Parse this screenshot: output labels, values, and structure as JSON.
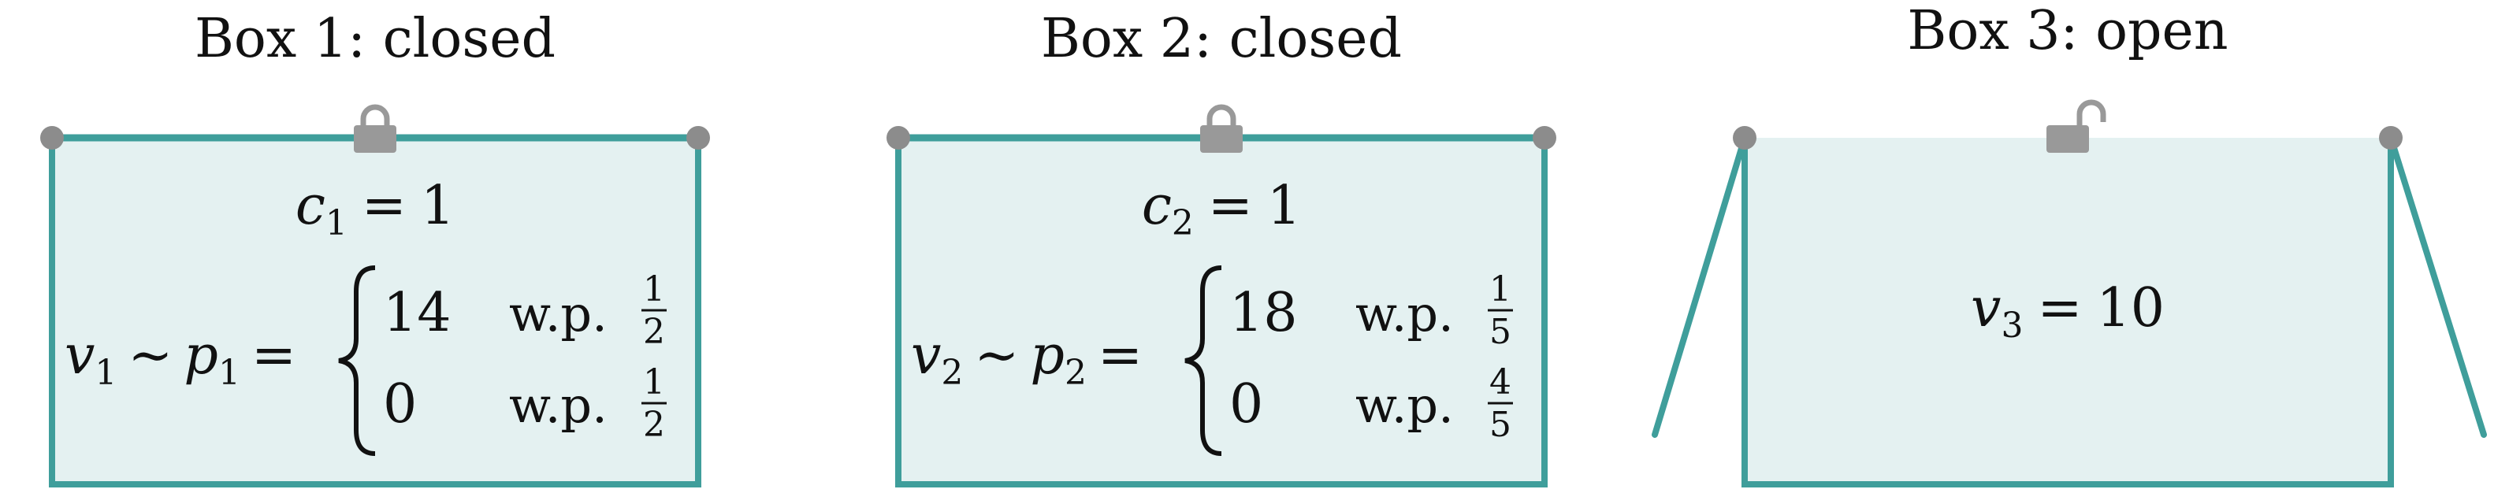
{
  "boxes": [
    {
      "title": "Box 1: closed",
      "state": "closed",
      "cost": {
        "var": "c",
        "sub": "1",
        "eq": "=",
        "val": "1"
      },
      "value": {
        "var": "v",
        "sub": "1",
        "sim": "∼",
        "pvar": "p",
        "psub": "1",
        "eq": "=",
        "cases": [
          {
            "val": "14",
            "wp": "w.p.",
            "num": "1",
            "den": "2"
          },
          {
            "val": "0",
            "wp": "w.p.",
            "num": "1",
            "den": "2"
          }
        ]
      }
    },
    {
      "title": "Box 2: closed",
      "state": "closed",
      "cost": {
        "var": "c",
        "sub": "2",
        "eq": "=",
        "val": "1"
      },
      "value": {
        "var": "v",
        "sub": "2",
        "sim": "∼",
        "pvar": "p",
        "psub": "2",
        "eq": "=",
        "cases": [
          {
            "val": "18",
            "wp": "w.p.",
            "num": "1",
            "den": "5"
          },
          {
            "val": "0",
            "wp": "w.p.",
            "num": "4",
            "den": "5"
          }
        ]
      }
    },
    {
      "title": "Box 3: open",
      "state": "open",
      "value": {
        "var": "v",
        "sub": "3",
        "eq": "=",
        "val": "10"
      }
    }
  ],
  "colors": {
    "frame": "#3f9e9b",
    "fill": "#e4f1f1",
    "hinge": "#8c8c8c",
    "lock": "#999999"
  },
  "icons": [
    "lock-closed-icon",
    "lock-closed-icon",
    "lock-open-icon"
  ]
}
